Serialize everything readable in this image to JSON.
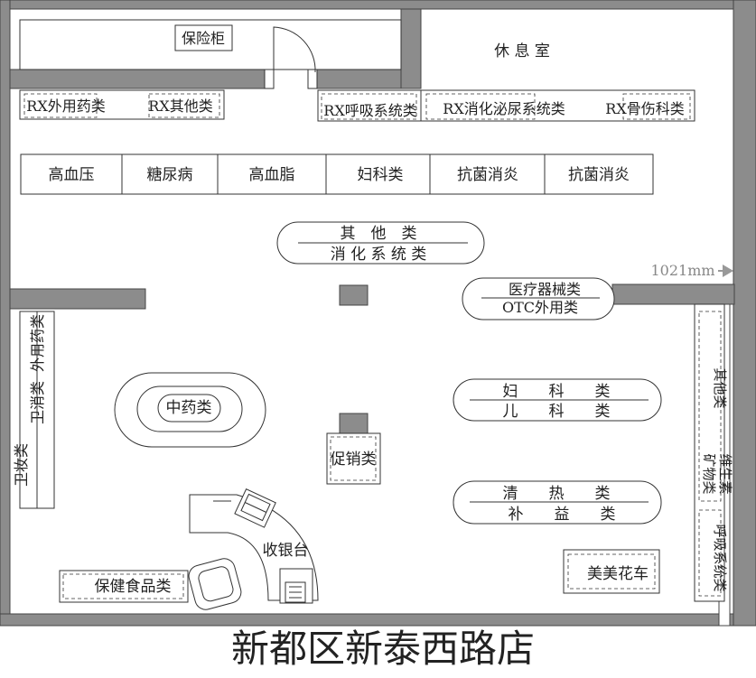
{
  "store_name": "新都区新泰西路店",
  "rooms": {
    "safe": "保险柜",
    "rest_room": "休 息 室"
  },
  "dimension": "1021mm",
  "top_rx": [
    "RX外用药类",
    "RX其他类",
    "RX呼吸系统类",
    "RX消化泌尿系统类",
    "RX骨伤科类"
  ],
  "shelf_row": [
    "高血压",
    "糖尿病",
    "高血脂",
    "妇科类",
    "抗菌消炎",
    "抗菌消炎"
  ],
  "islands": {
    "center_top": [
      "其　他　类",
      "消 化 系 统 类"
    ],
    "medical": [
      "医疗器械类",
      "OTC外用类"
    ],
    "gyn": [
      "妇　　科　　类",
      "儿　　科　　类"
    ],
    "heat": [
      "清　　热　　类",
      "补　　益　　类"
    ]
  },
  "left_column": [
    "卫消类",
    "外用药类",
    "卫妆类"
  ],
  "right_column": [
    "其他类",
    "维生素",
    "矿物类",
    "呼吸系统类"
  ],
  "tcm": "中药类",
  "promo": "促销类",
  "cashier": "收银台",
  "health_food": "保健食品类",
  "flower_cart": "美美花车",
  "colors": {
    "wall": "#8c8c8c",
    "line": "#333333"
  }
}
